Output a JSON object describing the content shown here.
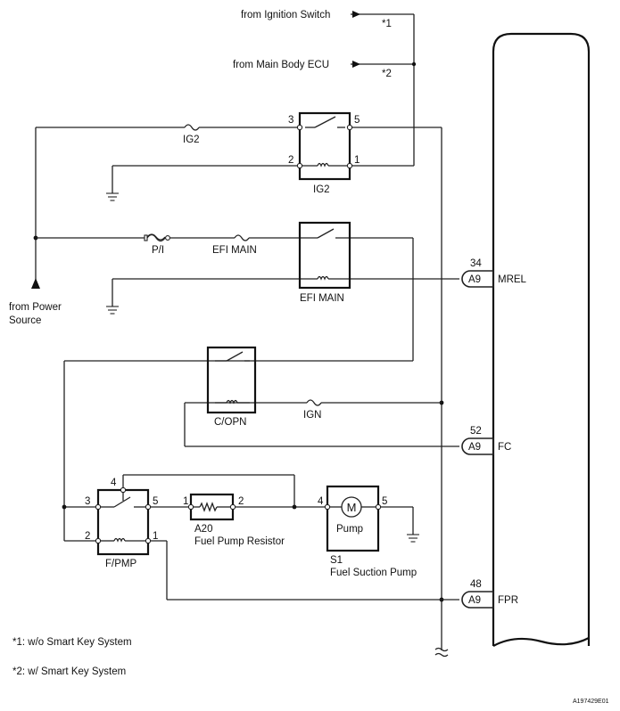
{
  "top_inputs": {
    "ignition_switch": "from Ignition Switch",
    "ignition_note": "*1",
    "main_body_ecu": "from Main Body ECU",
    "main_body_note": "*2"
  },
  "power_source": {
    "line1": "from Power",
    "line2": "Source"
  },
  "fuses": {
    "ig2": "IG2",
    "pi": "P/I",
    "efi_main": "EFI MAIN",
    "ign": "IGN"
  },
  "relays": {
    "ig2": {
      "name": "IG2",
      "pins": [
        "3",
        "5",
        "2",
        "1"
      ]
    },
    "efi_main": {
      "name": "EFI MAIN"
    },
    "copn": {
      "name": "C/OPN"
    },
    "fpmp": {
      "name": "F/PMP",
      "pins": [
        "4",
        "3",
        "5",
        "2",
        "1"
      ]
    }
  },
  "resistor": {
    "pin_left": "1",
    "pin_right": "2",
    "code": "A20",
    "name": "Fuel Pump Resistor"
  },
  "pump": {
    "pin_left": "4",
    "pin_right": "5",
    "motor": "M",
    "label": "Pump",
    "code": "S1",
    "name": "Fuel Suction Pump"
  },
  "ecu_connectors": [
    {
      "pin": "34",
      "connector": "A9",
      "signal": "MREL"
    },
    {
      "pin": "52",
      "connector": "A9",
      "signal": "FC"
    },
    {
      "pin": "48",
      "connector": "A9",
      "signal": "FPR"
    }
  ],
  "notes": [
    "*1: w/o Smart Key System",
    "*2: w/ Smart Key System"
  ],
  "figure_id": "A197429E01"
}
